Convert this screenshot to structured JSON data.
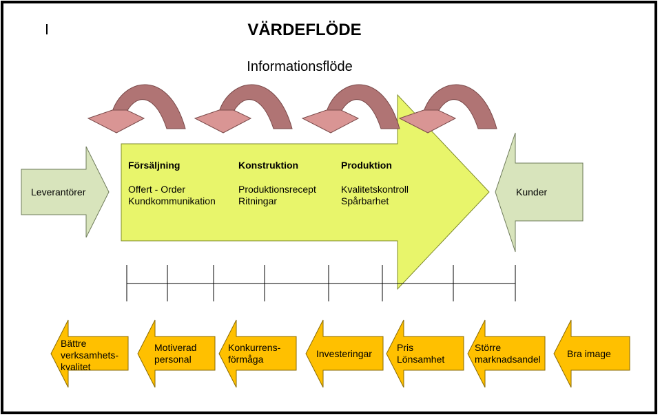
{
  "title": "VÄRDEFLÖDE",
  "subtitle": "Informationsflöde",
  "left_arrow": {
    "label": "Leverantörer"
  },
  "right_arrow": {
    "label": "Kunder"
  },
  "stages": [
    {
      "heading": "Försäljning",
      "lines": [
        "Offert - Order",
        "Kundkommunikation"
      ]
    },
    {
      "heading": "Konstruktion",
      "lines": [
        "Produktionsrecept",
        "Ritningar"
      ]
    },
    {
      "heading": "Produktion",
      "lines": [
        "Kvalitetskontroll",
        "Spårbarhet"
      ]
    }
  ],
  "benefits": [
    {
      "lines": [
        "Bättre",
        "verksamhets-",
        "kvalitet"
      ]
    },
    {
      "lines": [
        "Motiverad",
        "personal"
      ]
    },
    {
      "lines": [
        "Konkurrens-",
        "förmåga"
      ]
    },
    {
      "lines": [
        "Investeringar"
      ]
    },
    {
      "lines": [
        "Pris",
        "Lönsamhet"
      ]
    },
    {
      "lines": [
        "Större",
        "marknadsandel"
      ]
    },
    {
      "lines": [
        "Bra image"
      ]
    }
  ],
  "colors": {
    "big_arrow": "#E8F56B",
    "side_arrows": "#D8E4BC",
    "benefit_arrows": "#FFC000",
    "curved_arrow_light": "#D99594",
    "curved_arrow_dark": "#B07474",
    "frame": "#000000"
  }
}
